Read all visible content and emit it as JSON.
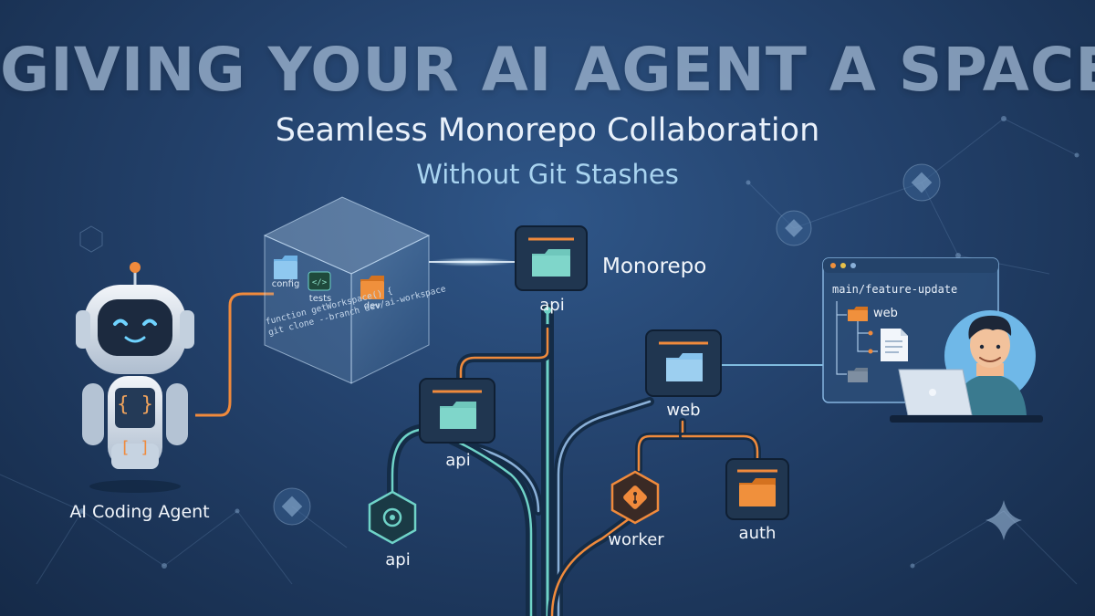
{
  "header": {
    "title": "GIVING YOUR AI AGENT A SPACE",
    "subtitle": "Seamless Monorepo Collaboration",
    "tagline": "Without Git Stashes"
  },
  "agent": {
    "label": "AI Coding Agent",
    "chest_code": "{ }",
    "belly_code": "[ ]"
  },
  "workspace_cube": {
    "folders": [
      "config",
      "tests",
      "dev"
    ],
    "code_lines": [
      "function getWorkspace() {",
      "git clone --branch dev/ai-workspace"
    ]
  },
  "monorepo": {
    "label": "Monorepo",
    "root_folder": "api"
  },
  "tree": {
    "nodes": [
      {
        "label": "api"
      },
      {
        "label": "web"
      },
      {
        "label": "api"
      },
      {
        "label": "worker"
      },
      {
        "label": "auth"
      }
    ]
  },
  "ide_window": {
    "branch": "main/feature-update",
    "folder": "web"
  },
  "colors": {
    "accent_orange": "#f08a3c",
    "accent_teal": "#6fd3c8",
    "folder_blue": "#9ccff0",
    "background": "#23416b"
  }
}
